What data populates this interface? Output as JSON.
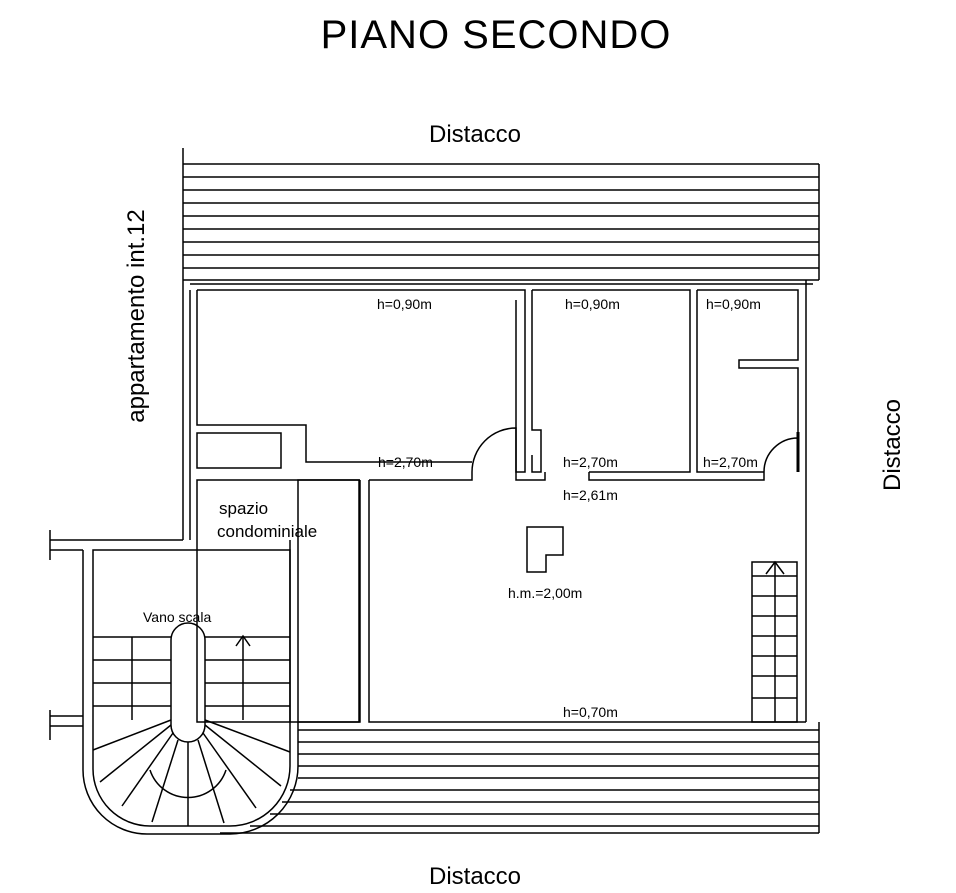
{
  "title": "PIANO SECONDO",
  "labels": {
    "top": "Distacco",
    "bottom": "Distacco",
    "right": "Distacco",
    "left": "appartamento int.12",
    "room_a_height": "h=0,90m",
    "room_b_height": "h=0,90m",
    "room_c_height": "h=0,90m",
    "door_a_height": "h=2,70m",
    "door_b_height": "h=2,70m",
    "door_c_height": "h=2,70m",
    "corridor_height": "h=2,61m",
    "mean_height": "h.m.=2,00m",
    "bottom_wall_height": "h=0,70m",
    "spazio_line1": "spazio",
    "spazio_line2": "condominiale",
    "stair_label": "Vano scala"
  }
}
